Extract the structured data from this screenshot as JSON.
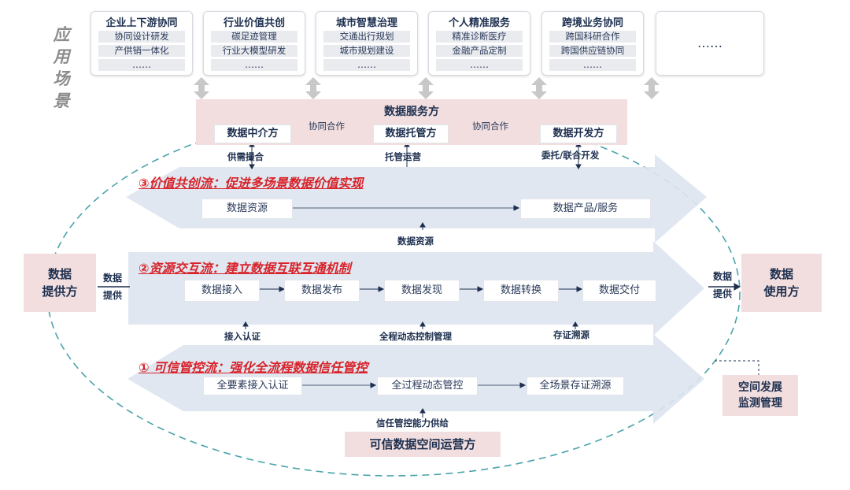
{
  "scenario_label": "应用场景",
  "scenarios": [
    {
      "title": "企业上下游协同",
      "items": [
        "协同设计研发",
        "产供销一体化"
      ],
      "more": "……"
    },
    {
      "title": "行业价值共创",
      "items": [
        "碳足迹管理",
        "行业大模型研发"
      ],
      "more": "……"
    },
    {
      "title": "城市智慧治理",
      "items": [
        "交通出行规划",
        "城市规划建设"
      ],
      "more": "……"
    },
    {
      "title": "个人精准服务",
      "items": [
        "精准诊断医疗",
        "金融产品定制"
      ],
      "more": "……"
    },
    {
      "title": "跨境业务协同",
      "items": [
        "跨国科研合作",
        "跨国供应链协同"
      ],
      "more": "……"
    },
    {
      "title": "",
      "items": [],
      "more": "……"
    }
  ],
  "service": {
    "title": "数据服务方",
    "intermediary": "数据中介方",
    "custodian": "数据托管方",
    "developer": "数据开发方",
    "coop1": "协同合作",
    "coop2": "协同合作"
  },
  "links": {
    "supply_demand": "供需撮合",
    "custody_ops": "托管运营",
    "joint_dev": "委托/联合开发",
    "data_resource": "数据资源",
    "access_auth": "接入认证",
    "full_control": "全程动态控制管理",
    "trace": "存证溯源",
    "trust_supply": "信任管控能力供给"
  },
  "flows": {
    "value": {
      "title": "③价值共创流：促进多场景数据价值实现",
      "nodes": [
        "数据资源",
        "数据产品/服务"
      ]
    },
    "resource": {
      "title": "②资源交互流：建立数据互联互通机制",
      "nodes": [
        "数据接入",
        "数据发布",
        "数据发现",
        "数据转换",
        "数据交付"
      ]
    },
    "trust": {
      "title": "① 可信管控流：强化全流程数据信任管控",
      "nodes": [
        "全要素接入认证",
        "全过程动态管控",
        "全场景存证溯源"
      ]
    }
  },
  "provider": {
    "line1": "数据",
    "line2": "提供方",
    "arrow_top": "数据",
    "arrow_bottom": "提供"
  },
  "user": {
    "line1": "数据",
    "line2": "使用方",
    "arrow_top": "数据",
    "arrow_bottom": "提供"
  },
  "operator": "可信数据空间运营方",
  "monitor": {
    "line1": "空间发展",
    "line2": "监测管理"
  },
  "colors": {
    "band": "#dde4ef",
    "pink": "#f2dede",
    "red": "#d8232a",
    "navy": "#1d2f4f",
    "dash": "#4aa3ad"
  }
}
